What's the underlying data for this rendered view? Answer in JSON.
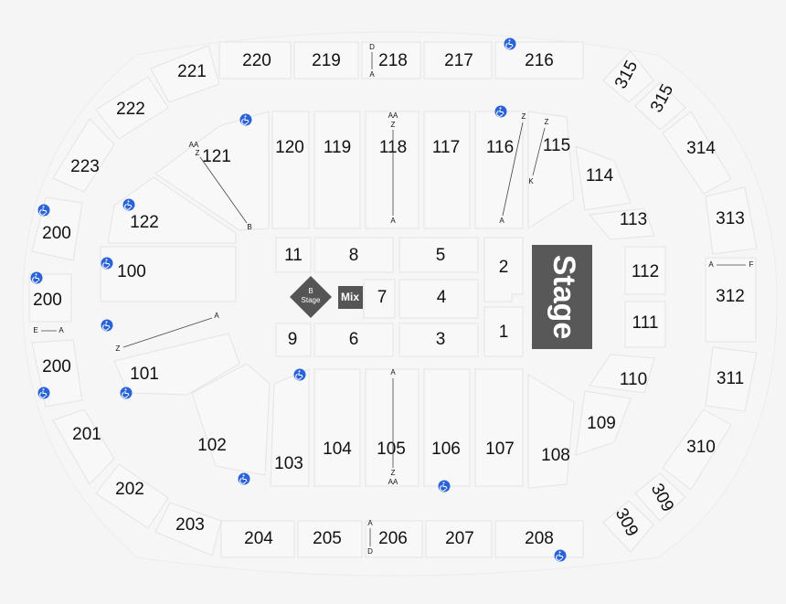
{
  "stage": {
    "label": "Stage",
    "color": "#585858"
  },
  "b_stage": {
    "label_1": "B",
    "label_2": "Stage",
    "color": "#555555"
  },
  "mix": {
    "label": "Mix",
    "color": "#555555"
  },
  "accessibility_color": "#2a63d8",
  "sections": {
    "floor": {
      "s1": "1",
      "s2": "2",
      "s3": "3",
      "s4": "4",
      "s5": "5",
      "s6": "6",
      "s7": "7",
      "s8": "8",
      "s9": "9",
      "s11": "11"
    },
    "lower": {
      "s100": "100",
      "s101": "101",
      "s102": "102",
      "s103": "103",
      "s104": "104",
      "s105": "105",
      "s106": "106",
      "s107": "107",
      "s108": "108",
      "s109": "109",
      "s110": "110",
      "s111": "111",
      "s112": "112",
      "s113": "113",
      "s114": "114",
      "s115": "115",
      "s116": "116",
      "s117": "117",
      "s118": "118",
      "s119": "119",
      "s120": "120",
      "s121": "121",
      "s122": "122"
    },
    "upper": {
      "s200a": "200",
      "s200b": "200",
      "s200c": "200",
      "s201": "201",
      "s202": "202",
      "s203": "203",
      "s204": "204",
      "s205": "205",
      "s206": "206",
      "s207": "207",
      "s208": "208",
      "s216": "216",
      "s217": "217",
      "s218": "218",
      "s219": "219",
      "s220": "220",
      "s221": "221",
      "s222": "222",
      "s223": "223"
    },
    "club": {
      "s309a": "309",
      "s309b": "309",
      "s310": "310",
      "s311": "311",
      "s312": "312",
      "s313": "313",
      "s314": "314",
      "s315a": "315",
      "s315b": "315"
    }
  },
  "rows": {
    "r218_top": "D",
    "r218_bot": "A",
    "r206_top": "A",
    "r206_bot": "D",
    "r118_aa": "AA",
    "r118_z": "Z",
    "r118_a": "A",
    "r105_a": "A",
    "r105_z": "Z",
    "r105_aa": "AA",
    "r116_z": "Z",
    "r116_a": "A",
    "r115_z": "Z",
    "r115_k": "K",
    "r121_aa": "AA",
    "r121_z": "Z",
    "r121_b": "B",
    "r101_a": "A",
    "r101_z": "Z",
    "r200_e": "E",
    "r200_a": "A",
    "r312_a": "A",
    "r312_f": "F"
  }
}
